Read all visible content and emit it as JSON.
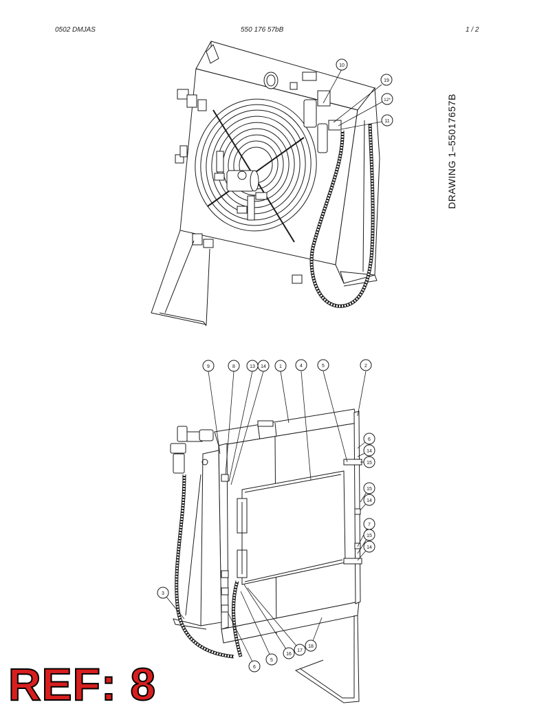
{
  "header": {
    "left_code": "0502 DMJAS",
    "center_code": "550 176 57bB",
    "page_number": "1 /  2"
  },
  "drawing_id": "DRAWING 1–55017657B",
  "ref_label": "REF: 8",
  "colors": {
    "line": "#1a1a1a",
    "ref_fill": "#d81e1e",
    "ref_outline": "#000000"
  },
  "callouts_top": [
    "10",
    "19",
    "12*",
    "11"
  ],
  "callouts_bottom": [
    "9",
    "8",
    "13",
    "14",
    "1",
    "4",
    "5",
    "2",
    "6",
    "14",
    "15",
    "15",
    "14",
    "7",
    "15",
    "14",
    "3",
    "6",
    "5",
    "16",
    "17",
    "18"
  ]
}
